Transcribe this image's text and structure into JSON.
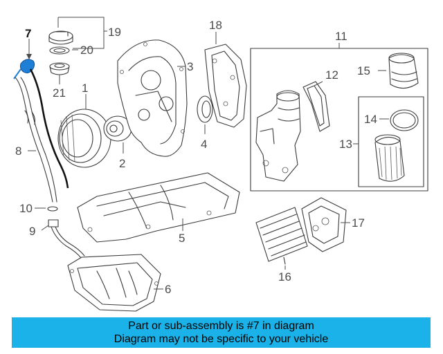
{
  "callouts": {
    "c1": "1",
    "c2": "2",
    "c3": "3",
    "c4": "4",
    "c5": "5",
    "c6": "6",
    "c7": "7",
    "c8": "8",
    "c9": "9",
    "c10": "10",
    "c11": "11",
    "c12": "12",
    "c13": "13",
    "c14": "14",
    "c15": "15",
    "c16": "16",
    "c17": "17",
    "c18": "18",
    "c19": "19",
    "c20": "20",
    "c21": "21"
  },
  "highlight": {
    "part": "7",
    "color": "#1f7fd6"
  },
  "banner": {
    "line1": "Part or sub-assembly is #7 in diagram",
    "line2": "Diagram may not be specific to your vehicle",
    "color": "#1ab2e8"
  }
}
